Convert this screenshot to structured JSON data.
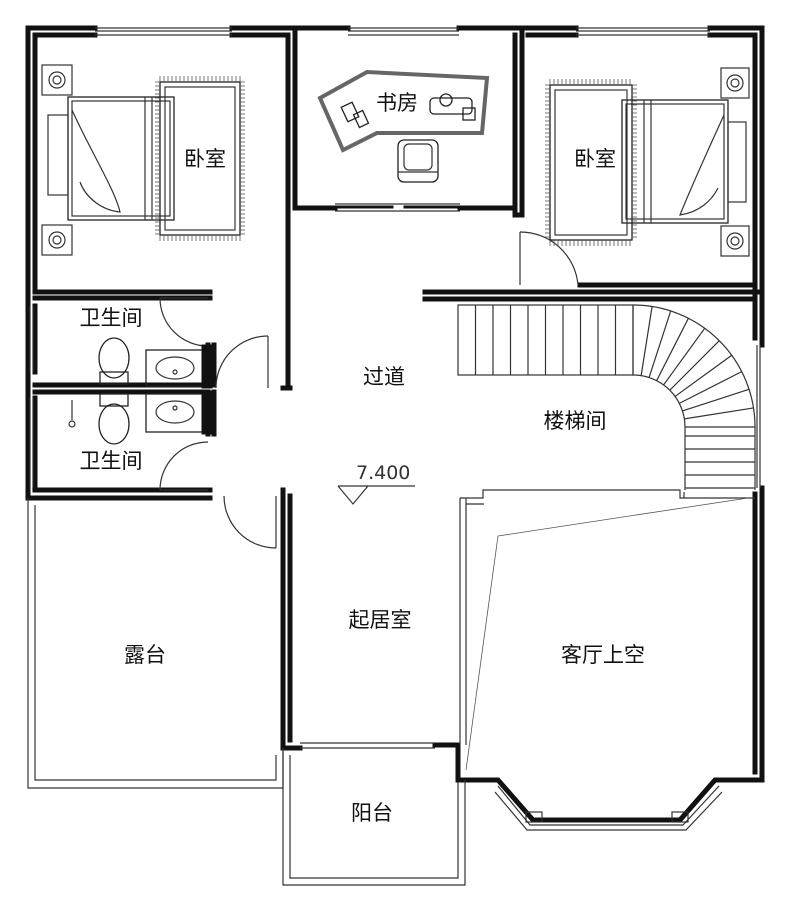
{
  "rooms": {
    "bedroom_left": "卧室",
    "study": "书房",
    "bedroom_right": "卧室",
    "bathroom_upper": "卫生间",
    "bathroom_lower": "卫生间",
    "corridor": "过道",
    "stairwell": "楼梯间",
    "terrace": "露台",
    "living_room": "起居室",
    "double_height_void": "客厅上空",
    "balcony": "阳台"
  },
  "elevation": "7.400"
}
